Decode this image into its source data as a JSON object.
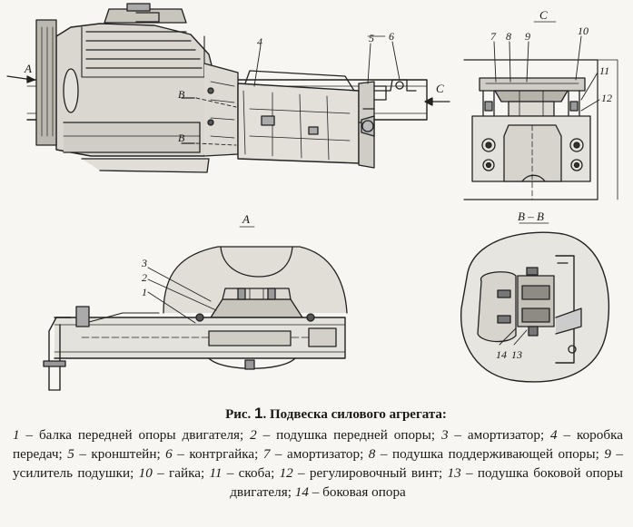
{
  "figure": {
    "view_labels": {
      "top_a": "A",
      "top_c_arrow": "C",
      "view_c": "C",
      "view_a": "A",
      "view_bb": "B – B",
      "section_b_upper": "B",
      "section_b_lower": "B"
    },
    "callouts": {
      "n1": "1",
      "n2": "2",
      "n3": "3",
      "n4": "4",
      "n5": "5",
      "n6": "6",
      "n7": "7",
      "n8": "8",
      "n9": "9",
      "n10": "10",
      "n11": "11",
      "n12": "12",
      "n13": "13",
      "n14": "14"
    }
  },
  "caption": {
    "prefix": "Рис.",
    "number": "1",
    "title": ". Подвеска силового агрегата:",
    "items": [
      {
        "num": "1",
        "text": " – балка передней опоры двигателя; "
      },
      {
        "num": "2",
        "text": " – подушка передней опоры; "
      },
      {
        "num": "3",
        "text": " – амортизатор; "
      },
      {
        "num": "4",
        "text": " – коробка передач; "
      },
      {
        "num": "5",
        "text": " – кронштейн; "
      },
      {
        "num": "6",
        "text": " – контргайка; "
      },
      {
        "num": "7",
        "text": " – амортизатор; "
      },
      {
        "num": "8",
        "text": " – подушка поддерживающей опоры; "
      },
      {
        "num": "9",
        "text": " – усилитель подушки; "
      },
      {
        "num": "10",
        "text": " – гайка; "
      },
      {
        "num": "11",
        "text": " – скоба; "
      },
      {
        "num": "12",
        "text": " – регулировочный винт; "
      },
      {
        "num": "13",
        "text": " – подушка боковой опоры двигателя; "
      },
      {
        "num": "14",
        "text": " – боковая опора"
      }
    ]
  }
}
